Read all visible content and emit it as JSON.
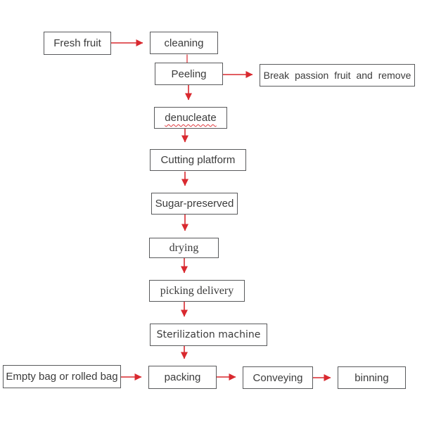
{
  "diagram": {
    "type": "flowchart",
    "background_color": "#ffffff",
    "box_border_color": "#595a5c",
    "arrow_color": "#d9292f",
    "text_color": "#3b3b3b",
    "nodes": {
      "fresh_fruit": "Fresh fruit",
      "cleaning": "cleaning",
      "peeling": "Peeling",
      "break_passion": "Break passion fruit and remove",
      "denucleate": "denucleate",
      "cutting_platform": "Cutting platform",
      "sugar_preserved": "Sugar-preserved",
      "drying": "drying",
      "picking_delivery": "picking delivery",
      "sterilization_machine": "Sterilization machine",
      "empty_bag": "Empty bag or rolled bag",
      "packing": "packing",
      "conveying": "Conveying",
      "binning": "binning"
    },
    "edges": [
      {
        "from": "Fresh fruit",
        "to": "cleaning",
        "arrowhead": true
      },
      {
        "from": "cleaning",
        "to": "Peeling",
        "arrowhead": false
      },
      {
        "from": "Peeling",
        "to": "Break passion fruit and remove",
        "arrowhead": true
      },
      {
        "from": "Peeling",
        "to": "denucleate",
        "arrowhead": true
      },
      {
        "from": "denucleate",
        "to": "Cutting platform",
        "arrowhead": true
      },
      {
        "from": "Cutting platform",
        "to": "Sugar-preserved",
        "arrowhead": true
      },
      {
        "from": "Sugar-preserved",
        "to": "drying",
        "arrowhead": true
      },
      {
        "from": "drying",
        "to": "picking delivery",
        "arrowhead": true
      },
      {
        "from": "picking delivery",
        "to": "Sterilization machine",
        "arrowhead": true
      },
      {
        "from": "Sterilization machine",
        "to": "packing",
        "arrowhead": true
      },
      {
        "from": "Empty bag or rolled bag",
        "to": "packing",
        "arrowhead": true
      },
      {
        "from": "packing",
        "to": "Conveying",
        "arrowhead": true
      },
      {
        "from": "Conveying",
        "to": "binning",
        "arrowhead": true
      }
    ]
  }
}
